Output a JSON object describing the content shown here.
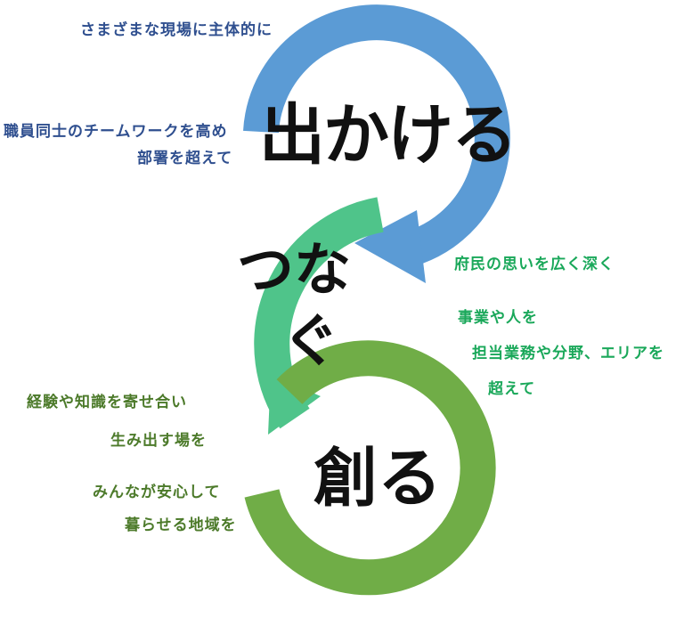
{
  "stages": {
    "first": "出かける",
    "second_line1": "つな",
    "second_line2": "ぐ",
    "third": "創る"
  },
  "notes": {
    "blue": [
      "さまざまな現場に主体的に",
      "職員同士のチームワークを高め",
      "部署を超えて"
    ],
    "green": [
      "府民の思いを広く深く",
      "事業や人を",
      "担当業務や分野、エリアを",
      "超えて"
    ],
    "olive": [
      "経験や知識を寄せ合い",
      "生み出す場を",
      "みんなが安心して",
      "暮らせる地域を"
    ]
  },
  "colors": {
    "blue_arrow": "#5b9bd5",
    "green_arrow": "#4fc48a",
    "olive_ring": "#70ad47",
    "blue_text": "#2f4f8f",
    "green_text": "#1aa85a",
    "olive_text": "#4c7a2a"
  }
}
